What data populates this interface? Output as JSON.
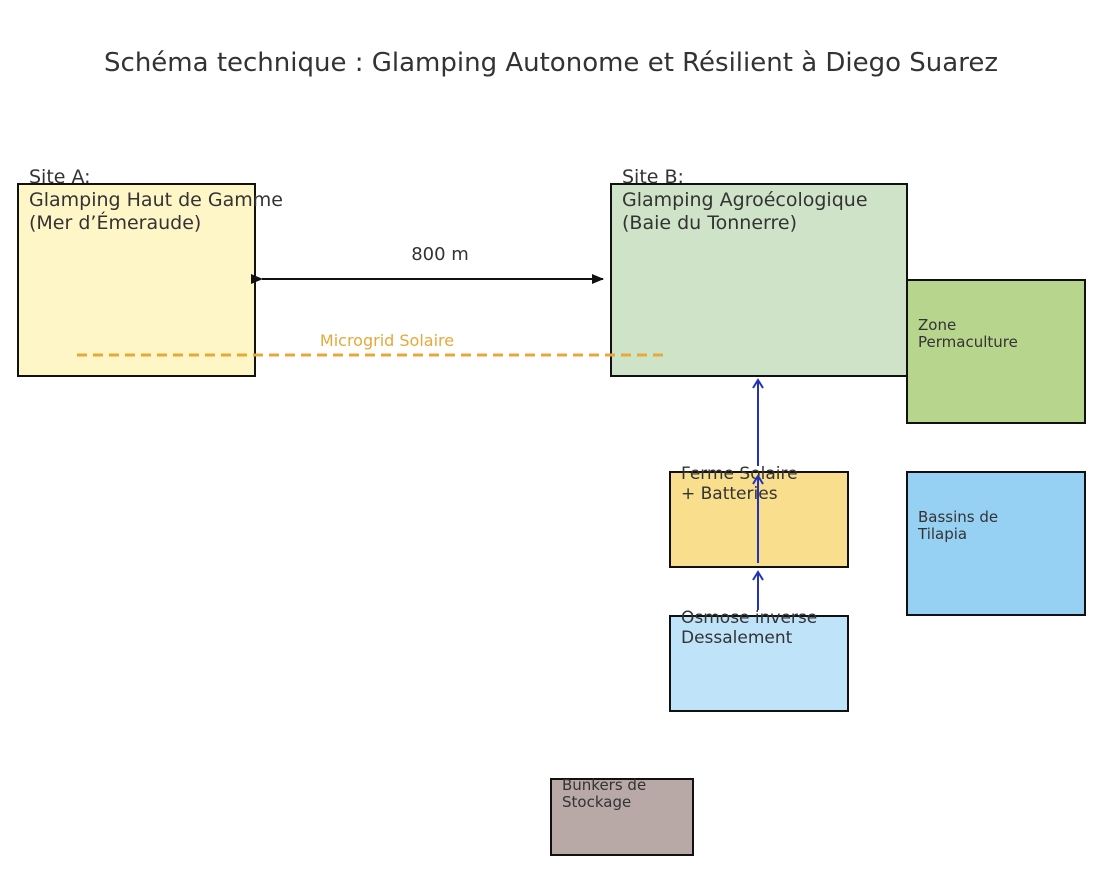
{
  "title": "Schéma technique : Glamping Autonome et Résilient à Diego Suarez",
  "site_a": {
    "label": "Site A:\nGlamping Haut de Gamme\n(Mer d’Émeraude)",
    "fill": "#FFF6C8"
  },
  "site_b": {
    "label": "Site B:\nGlamping Agroécologique\n(Baie du Tonnerre)",
    "fill": "#CFE3C9"
  },
  "permaculture": {
    "label": "Zone\nPermaculture",
    "fill": "#B8D58D"
  },
  "tilapia": {
    "label": "Bassins de\nTilapia",
    "fill": "#96D1F4"
  },
  "solar_farm": {
    "label": "Ferme Solaire\n+ Batteries",
    "fill": "#F9DF8D"
  },
  "osmosis": {
    "label": "Osmose inverse\nDessalement",
    "fill": "#BFE3F8"
  },
  "bunkers": {
    "label": "Bunkers de\nStockage",
    "fill": "#B8A9A7"
  },
  "distance": {
    "label": "800 m"
  },
  "microgrid": {
    "label": "Microgrid Solaire",
    "color": "#E8A838"
  },
  "flow_arrow_color": "#2233BB"
}
